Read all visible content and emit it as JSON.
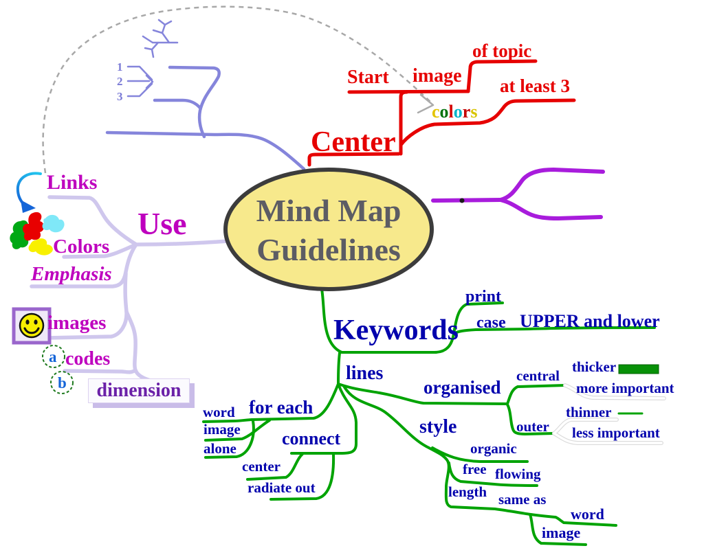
{
  "palette": {
    "branch_green": "#00A303",
    "branch_lavender": "#CFC7ED",
    "branch_periwinkle": "#8585DB",
    "branch_red": "#E60000",
    "branch_purple": "#A81CDC",
    "branch_white": "#FFFFFF",
    "branch_white_halo": "#DCDCDC",
    "dashed_guide_gray": "#A8A8A8",
    "text_navy": "#0202AD",
    "text_magenta": "#BE00BE",
    "text_red": "#E60000",
    "text_dimension_purple": "#6B21A8",
    "text_title_gray": "#5C5C64",
    "ellipse_fill": "#F7E98C",
    "ellipse_border": "#3C3C3C",
    "colors_word_letter_colors": [
      "#E3C400",
      "#00720B",
      "#D40000",
      "#00B5C9",
      "#C40000",
      "#D8C400"
    ]
  },
  "title": {
    "line1": "Mind Map",
    "line2": "Guidelines"
  },
  "center_branch": {
    "label": "Center",
    "start": "Start",
    "image": "image",
    "of_topic": "of topic",
    "at_least_3": "at least 3",
    "colors_word": [
      "c",
      "o",
      "l",
      "o",
      "r",
      "s"
    ]
  },
  "use_branch": {
    "label": "Use",
    "links": "Links",
    "colors": "Colors",
    "emphasis": "Emphasis",
    "images": "images",
    "codes": "codes",
    "code_a": "a",
    "code_b": "b",
    "dimension": "dimension"
  },
  "keywords_branch": {
    "label": "Keywords",
    "print": "print",
    "case": "case",
    "upper_lower": "UPPER and lower",
    "lines": "lines",
    "for_each": "for each",
    "word": "word",
    "image": "image",
    "alone": "alone",
    "connect": "connect",
    "center": "center",
    "radiate_out": "radiate out",
    "organised": "organised",
    "central": "central",
    "thicker": "thicker",
    "more_important": "more important",
    "outer": "outer",
    "thinner": "thinner",
    "less_important": "less important",
    "style": "style",
    "organic": "organic",
    "free": "free",
    "flowing": "flowing",
    "length": "length",
    "same_as": "same as",
    "word_2": "word",
    "image_2": "image"
  },
  "icons": {
    "numbered_list": [
      "1",
      "2",
      "3"
    ]
  }
}
